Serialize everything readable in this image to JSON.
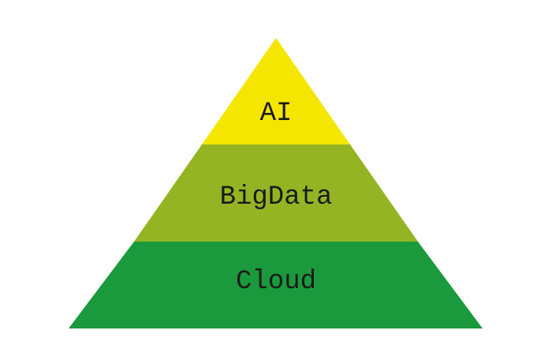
{
  "pyramid": {
    "tiers": [
      {
        "label": "AI",
        "color": "#f5e600"
      },
      {
        "label": "BigData",
        "color": "#95b424"
      },
      {
        "label": "Cloud",
        "color": "#1a9a3c"
      }
    ]
  }
}
